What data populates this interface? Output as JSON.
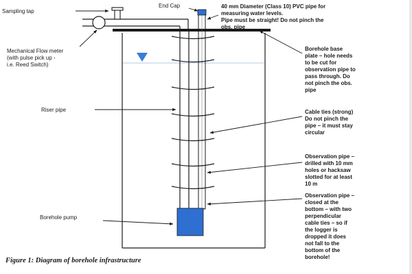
{
  "labels": {
    "sampling_tap": "Sampling tap",
    "end_cap": "End Cap",
    "pvc_pipe": [
      "40 mm Diameter  (Class 10) PVC pipe for",
      "measuring water levels.",
      "Pipe must be straight!  Do not pinch the",
      "obs. pipe"
    ],
    "flow_meter": [
      "Mechanical  Flow meter",
      "(with pulse pick up  -",
      "i.e. Reed Switch)"
    ],
    "base_plate": [
      "Borehole base",
      "plate – hole needs",
      "to be cut for",
      "observation pipe to",
      "pass through.  Do",
      "not pinch the obs.",
      "pipe"
    ],
    "riser_pipe": "Riser pipe",
    "cable_ties": [
      "Cable ties (strong)",
      "Do not pinch the",
      "pipe – it must stay",
      "circular"
    ],
    "obs_slotted": [
      "Observation pipe –",
      "drilled with 10 mm",
      "holes or hacksaw",
      "slotted for at least",
      "10 m"
    ],
    "obs_closed": [
      "Observation pipe –",
      "closed at the",
      "bottom – with two",
      "perpendicular",
      "cable ties – so if",
      "the logger is",
      "dropped it does",
      "not fall to the",
      "bottom of the",
      "borehole!"
    ],
    "borehole_pump": "Borehole pump"
  },
  "caption": "Figure 1: Diagram of borehole infrastructure",
  "colors": {
    "pump": "#2e6fd1",
    "end_cap": "#2e6fd1",
    "water_triangle": "#3b7bd8",
    "water_line": "#9db8d9",
    "line": "#1a1a1a"
  }
}
